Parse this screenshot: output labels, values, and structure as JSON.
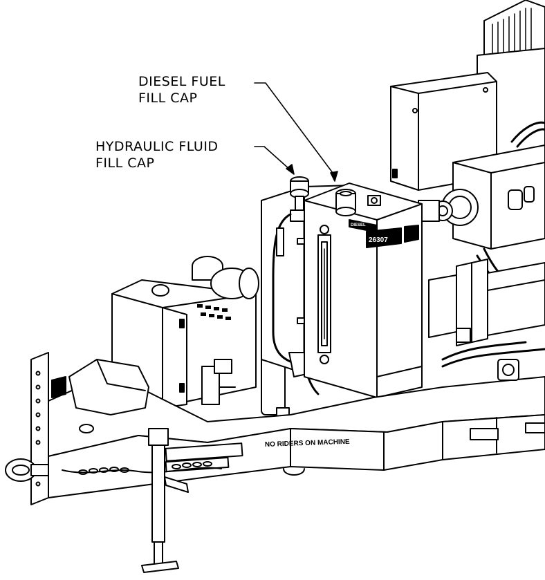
{
  "callouts": {
    "diesel_line1": "DIESEL FUEL",
    "diesel_line2": "FILL CAP",
    "hydraulic_line1": "HYDRAULIC FLUID",
    "hydraulic_line2": "FILL CAP"
  },
  "decals": {
    "frame_warning": "NO RIDERS ON MACHINE",
    "tank_number": "26307",
    "tank_label": "DIESEL"
  },
  "colors": {
    "line": "#000000",
    "background": "#ffffff",
    "decal_fill": "#000000"
  }
}
